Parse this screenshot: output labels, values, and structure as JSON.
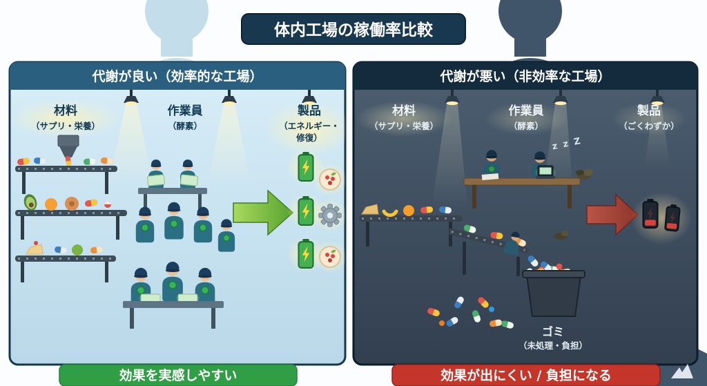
{
  "title": "体内工場の稼働率比較",
  "left": {
    "header": "代謝が良い（効率的な工場）",
    "materials": {
      "label": "材料",
      "sub": "（サプリ・栄養）"
    },
    "workers": {
      "label": "作業員",
      "sub": "（酵素）"
    },
    "products": {
      "label": "製品",
      "sub_line1": "（エネルギー・",
      "sub_line2": "修復）"
    },
    "banner": "効果を実感しやすい"
  },
  "right": {
    "header": "代謝が悪い（非効率な工場）",
    "materials": {
      "label": "材料",
      "sub": "（サプリ・栄養）"
    },
    "workers": {
      "label": "作業員",
      "sub": "（酵素）"
    },
    "products": {
      "label": "製品",
      "sub": "（ごくわずか）"
    },
    "garbage": {
      "label": "ゴミ",
      "sub": "（未処理・負担）"
    },
    "zzz": "z z Z",
    "banner": "効果が出にくい / 負担になる"
  },
  "colors": {
    "title_bg": "#17384f",
    "left_header_bg": "#2a5f80",
    "left_panel_bg": "#cfe7f3",
    "right_header_bg": "#142b3d",
    "right_panel_bg": "#46586b",
    "left_banner_bg": "#2f9e44",
    "right_banner_bg": "#c4352a",
    "good_accent": "#46b050",
    "bad_accent": "#d84339"
  },
  "icon_names": [
    "ceiling-lamp-icon",
    "light-beam",
    "battery-charged-icon",
    "battery-empty-icon",
    "lightning-bolt-icon",
    "gear-icon",
    "pill-capsule-icon",
    "plate-icon",
    "conveyor-belt-icon",
    "worker-figure-icon",
    "laptop-icon",
    "trash-bin-icon",
    "waste-pile",
    "green-arrow-icon",
    "red-arrow-icon",
    "body-silhouette",
    "watermark-logo"
  ]
}
